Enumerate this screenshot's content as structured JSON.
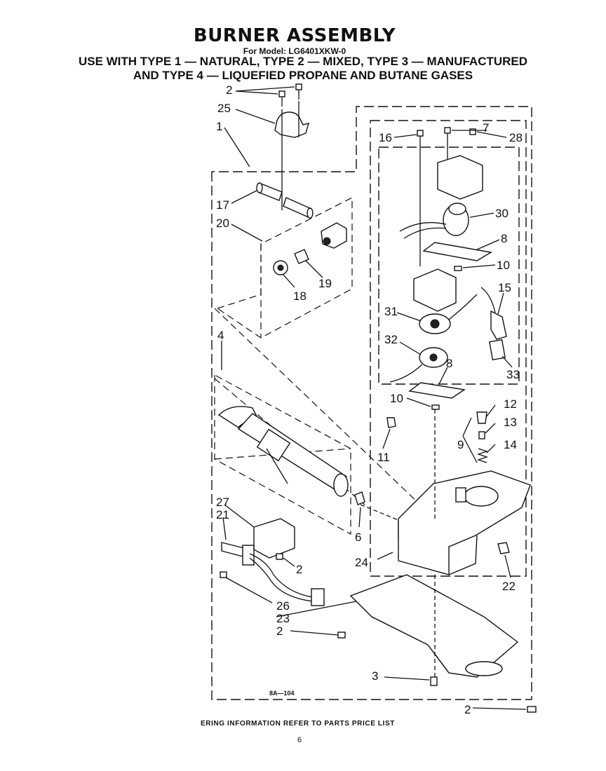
{
  "header": {
    "title": "BURNER ASSEMBLY",
    "model": "For Model: LG6401XKW-0",
    "line1": "USE WITH TYPE 1 — NATURAL, TYPE 2 — MIXED, TYPE 3 — MANUFACTURED",
    "line2": "AND TYPE 4 — LIQUEFIED PROPANE AND BUTANE GASES"
  },
  "labels": {
    "p1": "1",
    "p2a": "2",
    "p2b": "2",
    "p2c": "2",
    "p2d": "2",
    "p3": "3",
    "p4": "4",
    "p6": "6",
    "p7": "7",
    "p8a": "8",
    "p8b": "8",
    "p9": "9",
    "p10a": "10",
    "p10b": "10",
    "p11": "11",
    "p12": "12",
    "p13": "13",
    "p14": "14",
    "p15": "15",
    "p16": "16",
    "p17": "17",
    "p18": "18",
    "p19": "19",
    "p20": "20",
    "p21": "21",
    "p22": "22",
    "p23": "23",
    "p24": "24",
    "p25": "25",
    "p26": "26",
    "p27": "27",
    "p28": "28",
    "p30": "30",
    "p31": "31",
    "p32": "32",
    "p33": "33"
  },
  "drawing_code": "8A—104",
  "footer": {
    "note": "ERING INFORMATION REFER TO PARTS PRICE LIST",
    "page": "6"
  }
}
